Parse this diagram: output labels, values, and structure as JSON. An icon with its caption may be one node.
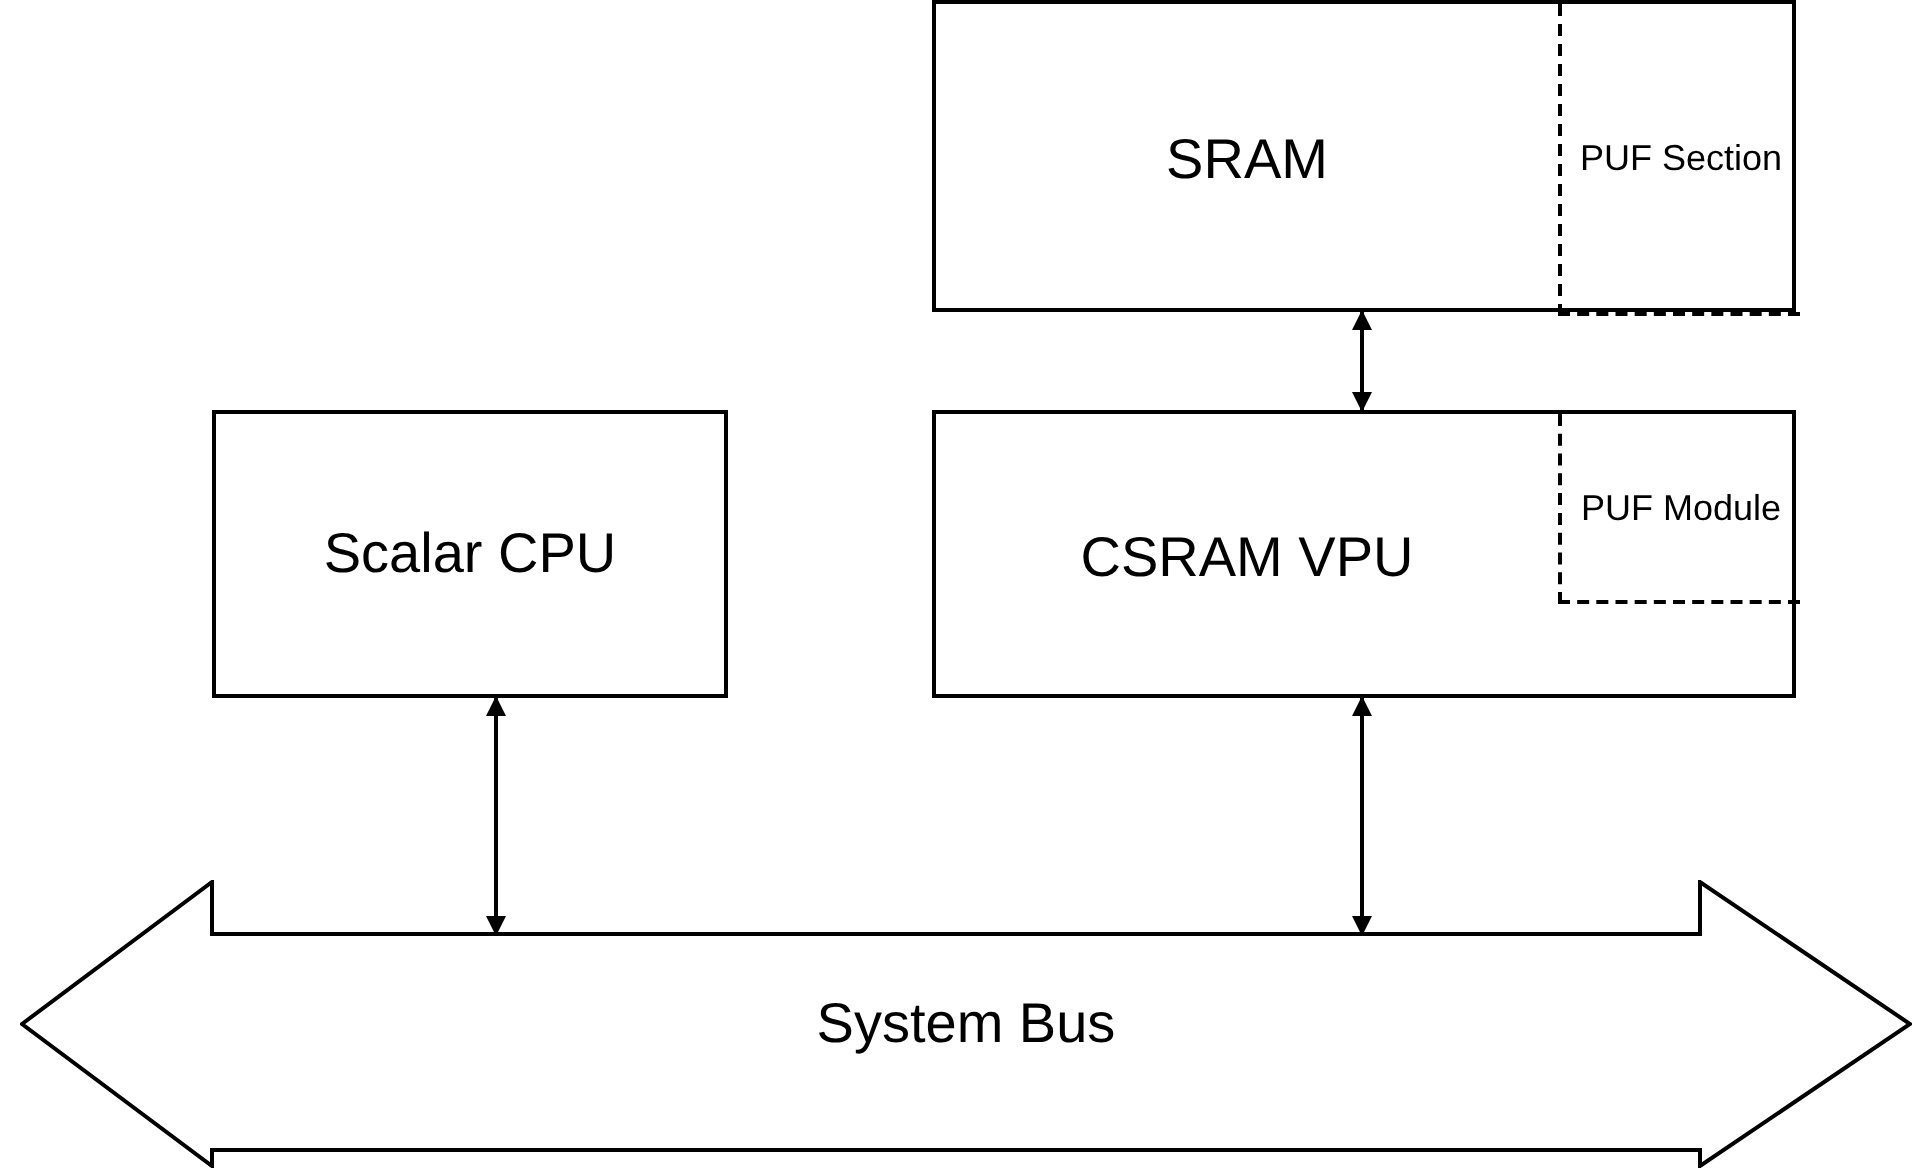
{
  "diagram": {
    "nodes": [
      {
        "text": [
          "SRAM"
        ]
      },
      {
        "text": [
          "PUF Section"
        ],
        "in": 0
      },
      {
        "text": [
          "Scalar CPU"
        ]
      },
      {
        "text": [
          "CSRAM VPU"
        ]
      },
      {
        "text": [
          "PUF Module"
        ],
        "in": 3
      },
      {
        "text": [
          "System Bus"
        ]
      }
    ],
    "edges": [
      {
        "from": 0,
        "to": 3,
        "arrow": "both"
      },
      {
        "from": 2,
        "to": 5,
        "arrow": "both"
      },
      {
        "from": 3,
        "to": 5,
        "arrow": "both"
      }
    ]
  }
}
